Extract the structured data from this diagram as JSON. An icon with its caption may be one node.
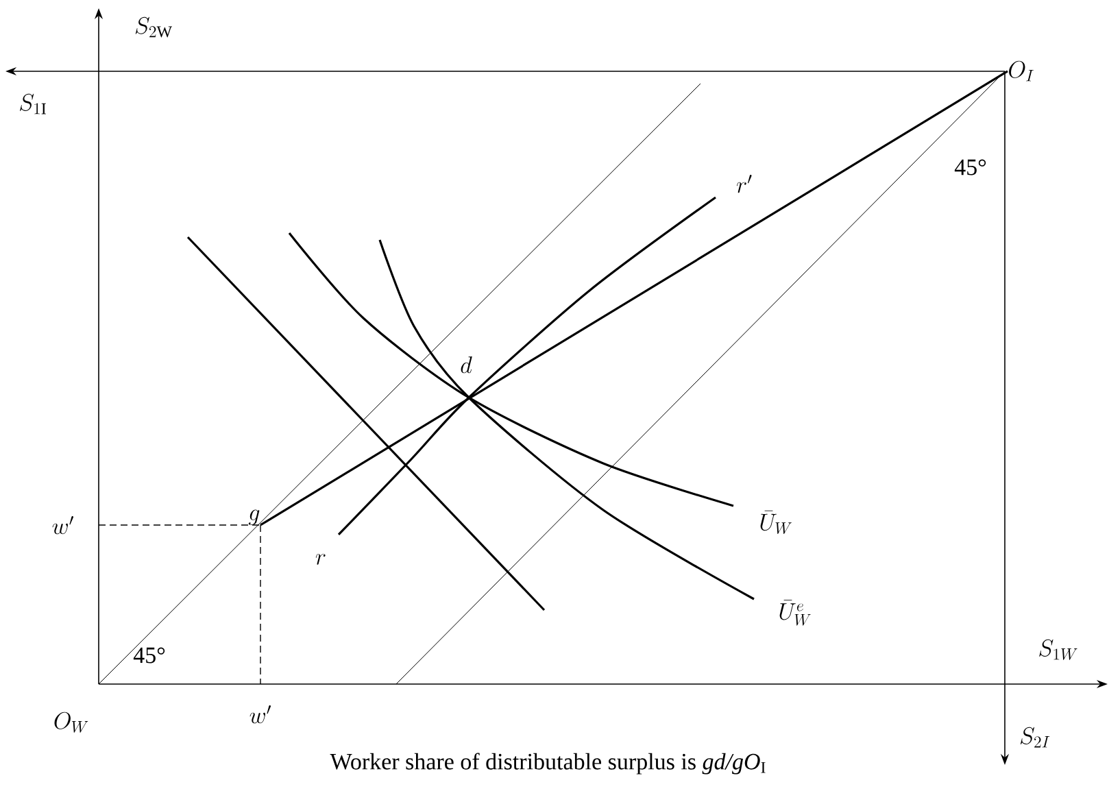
{
  "diagram": {
    "caption": "Worker share of distributable surplus is *gd/gO*$_{I}$",
    "nodes": [
      {
        "text": [
          "g"
        ]
      },
      {
        "text": [
          "O_I"
        ]
      }
    ],
    "edges": [
      {
        "from": 0,
        "to": 1,
        "arrow": "none"
      }
    ],
    "labels": [
      "S_{2\\mathrm{W}}",
      "S_{1\\mathrm{I}}",
      "45°",
      "r'",
      "d",
      "w'",
      "r",
      "\\bar{U}_W",
      "\\bar{U}^{e}_{W}",
      "45°",
      "S_{1W}",
      "O_W",
      "w'",
      "S_{2I}"
    ]
  }
}
